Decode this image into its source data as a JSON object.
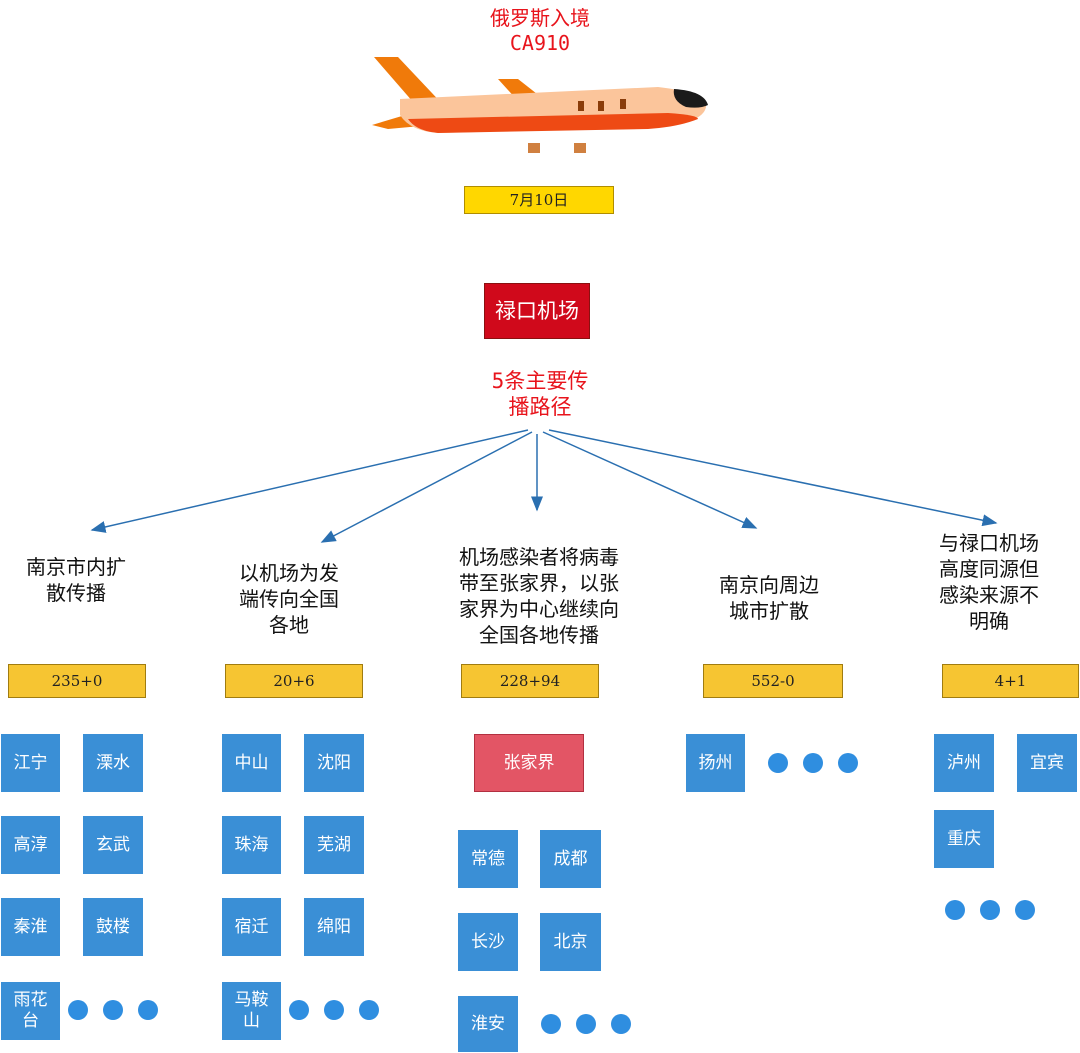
{
  "header": {
    "title_line1": "俄罗斯入境",
    "title_line2": "CA910",
    "date": "7月10日"
  },
  "airport": {
    "label": "禄口机场"
  },
  "routes_title": {
    "line1": "5条主要传",
    "line2": "播路径"
  },
  "routes": [
    {
      "title_lines": [
        "南京市内扩",
        "散传播"
      ],
      "count": "235+0",
      "cities": [
        "江宁",
        "溧水",
        "高淳",
        "玄武",
        "秦淮",
        "鼓楼",
        "雨花台"
      ]
    },
    {
      "title_lines": [
        "以机场为发",
        "端传向全国",
        "各地"
      ],
      "count": "20+6",
      "cities": [
        "中山",
        "沈阳",
        "珠海",
        "芜湖",
        "宿迁",
        "绵阳",
        "马鞍山"
      ]
    },
    {
      "title_lines": [
        "机场感染者将病毒",
        "带至张家界，以张",
        "家界为中心继续向",
        "全国各地传播"
      ],
      "count": "228+94",
      "hub": "张家界",
      "cities": [
        "常德",
        "成都",
        "长沙",
        "北京",
        "淮安"
      ]
    },
    {
      "title_lines": [
        "南京向周边",
        "城市扩散"
      ],
      "count": "552-0",
      "cities": [
        "扬州"
      ]
    },
    {
      "title_lines": [
        "与禄口机场",
        "高度同源但",
        "感染来源不",
        "明确"
      ],
      "count": "4+1",
      "cities": [
        "泸州",
        "宜宾",
        "重庆"
      ]
    }
  ],
  "colors": {
    "header_red": "#e8141c",
    "date_yellow": "#ffd700",
    "airport_red": "#d0091b",
    "count_yellow": "#f6c532",
    "city_blue": "#3a8fd6",
    "hub_pink": "#e35565",
    "dot_blue": "#2f8ee0",
    "arrow_blue": "#2a6fb0"
  }
}
